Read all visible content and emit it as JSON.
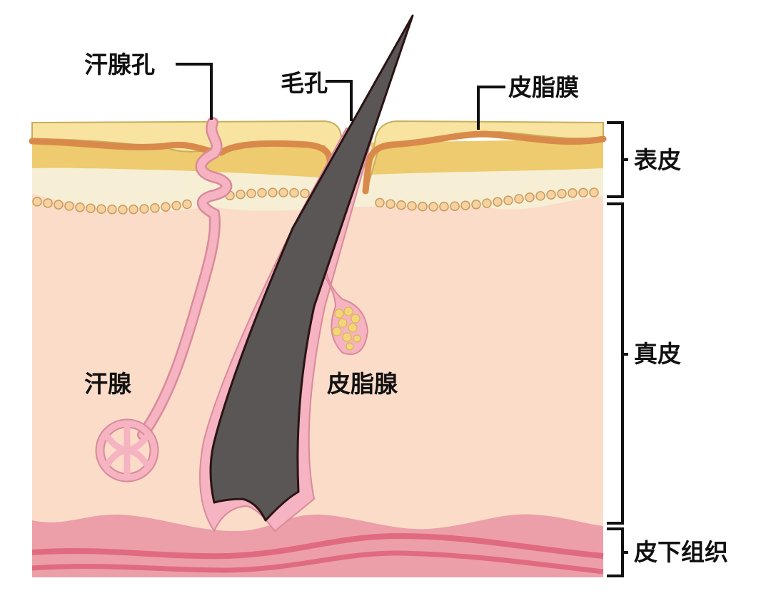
{
  "title": "皮肤结构示意图",
  "labels": {
    "sweat_pore": "汗腺孔",
    "hair_pore": "毛孔",
    "sebum_film": "皮脂膜",
    "sweat_gland": "汗腺",
    "sebaceous_gland": "皮脂腺"
  },
  "layers": {
    "epidermis": "表皮",
    "dermis": "真皮",
    "subcutaneous": "皮下组织"
  },
  "colors": {
    "surface": "#f9e3a0",
    "sebum_line": "#d98a4a",
    "granular": "#eecb6e",
    "cream": "#f6efd6",
    "dermis": "#fbdcc8",
    "subcutaneous": "#ec9fa8",
    "vessel": "#e06a80",
    "tube": "#f6b3c2",
    "hair": "#5a5656"
  }
}
